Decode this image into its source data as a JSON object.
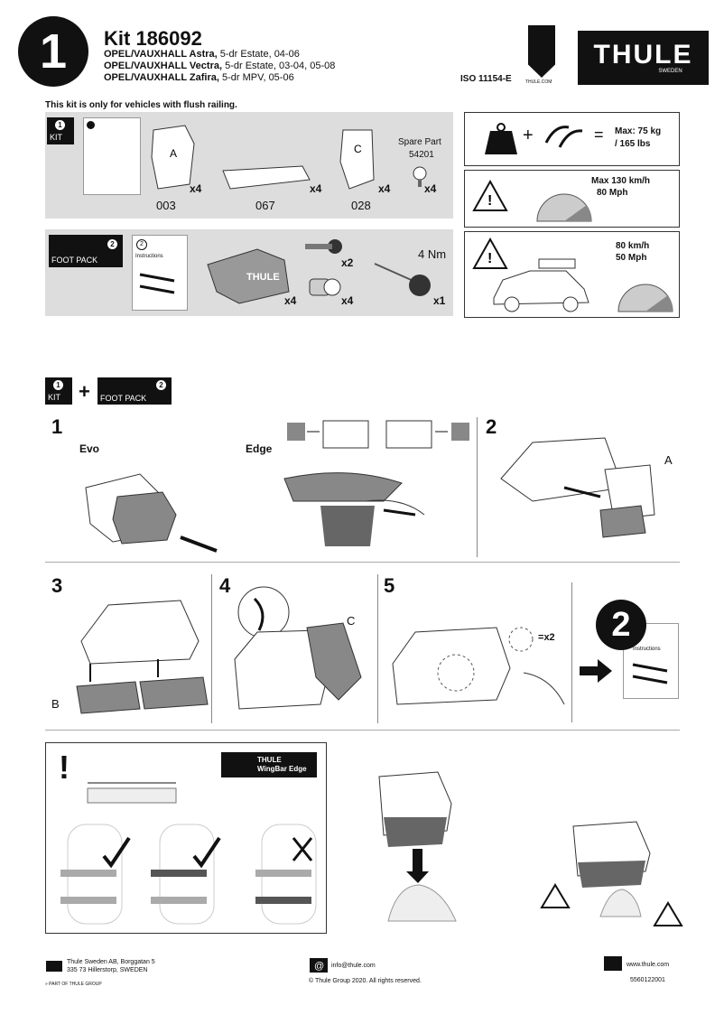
{
  "header": {
    "step_number": "1",
    "kit_title": "Kit 186092",
    "vehicles": [
      {
        "make": "OPEL/VAUXHALL Astra,",
        "detail": " 5-dr Estate, 04-06"
      },
      {
        "make": "OPEL/VAUXHALL Vectra,",
        "detail": " 5-dr Estate, 03-04, 05-08"
      },
      {
        "make": "OPEL/VAUXHALL Zafira,",
        "detail": " 5-dr MPV, 05-06"
      }
    ],
    "iso": "ISO 11154-E",
    "badge_label": "THULE.COM",
    "logo": "THULE",
    "logo_sub": "SWEDEN"
  },
  "notice": "This kit is only for vehicles with flush railing.",
  "kit_panel": {
    "box_label": "KIT",
    "box_num": "1",
    "spare_part_label": "Spare Part",
    "spare_part_number": "54201",
    "parts": [
      {
        "code": "003",
        "qty": "x4"
      },
      {
        "code": "067",
        "qty": "x4"
      },
      {
        "code": "028",
        "qty": "x4"
      },
      {
        "code": "",
        "qty": "x4"
      }
    ]
  },
  "foot_panel": {
    "box_label": "FOOT PACK",
    "box_num": "2",
    "instructions": "Instructions",
    "torque": "4 Nm",
    "qty_feet": "x4",
    "qty_keys": "x2",
    "qty_locks": "x4",
    "qty_tool": "x1"
  },
  "warnings": {
    "load": "Max: 75 kg / 165 lbs",
    "load_l1": "Max: 75 kg",
    "load_l2": "/ 165 lbs",
    "speed_l1": "Max  130 km/h",
    "speed_l2": "80 Mph",
    "speed2_l1": "80 km/h",
    "speed2_l2": "50 Mph"
  },
  "combo": {
    "kit": "KIT",
    "plus": "+",
    "foot": "FOOT PACK",
    "n1": "1",
    "n2": "2"
  },
  "steps": {
    "s1": "1",
    "s2": "2",
    "s3": "3",
    "s4": "4",
    "s5": "5",
    "evo": "Evo",
    "edge": "Edge",
    "label_a": "A",
    "label_b": "B",
    "label_c": "C",
    "x2": "x2",
    "next": "2",
    "next_instructions": "Instructions"
  },
  "wingbar": {
    "brand": "THULE",
    "name": "WingBar Edge"
  },
  "footer": {
    "address_l1": "Thule Sweden AB, Borggatan 5",
    "address_l2": "335 73 Hillerstorp, SWEDEN",
    "group": "PART OF THULE GROUP",
    "email": "info@thule.com",
    "copyright": "© Thule Group 2020. All rights reserved.",
    "web": "www.thule.com",
    "doc_number": "5560122001"
  }
}
